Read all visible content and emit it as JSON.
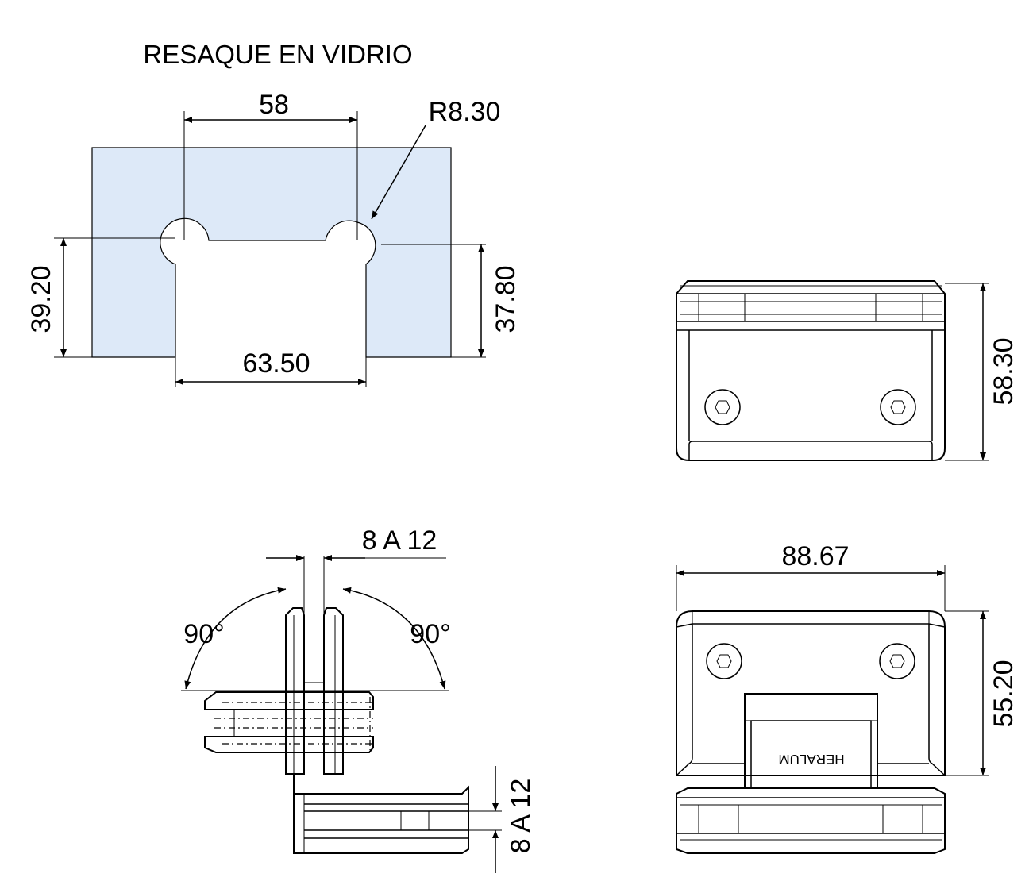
{
  "title": "RESAQUE EN VIDRIO",
  "colors": {
    "glass_fill": "#dde9f8",
    "line": "#000000"
  },
  "cutout": {
    "top_width": "58",
    "radius": "R8.30",
    "left_height": "39.20",
    "right_height": "37.80",
    "bottom_width": "63.50"
  },
  "top_view": {
    "height": "58.30"
  },
  "side_view": {
    "glass_thickness_top": "8 A 12",
    "angle_left": "90°",
    "angle_right": "90°",
    "glass_thickness_bottom": "8 A 12"
  },
  "front_view": {
    "width": "88.67",
    "height": "55.20",
    "brand": "HERALUM"
  }
}
